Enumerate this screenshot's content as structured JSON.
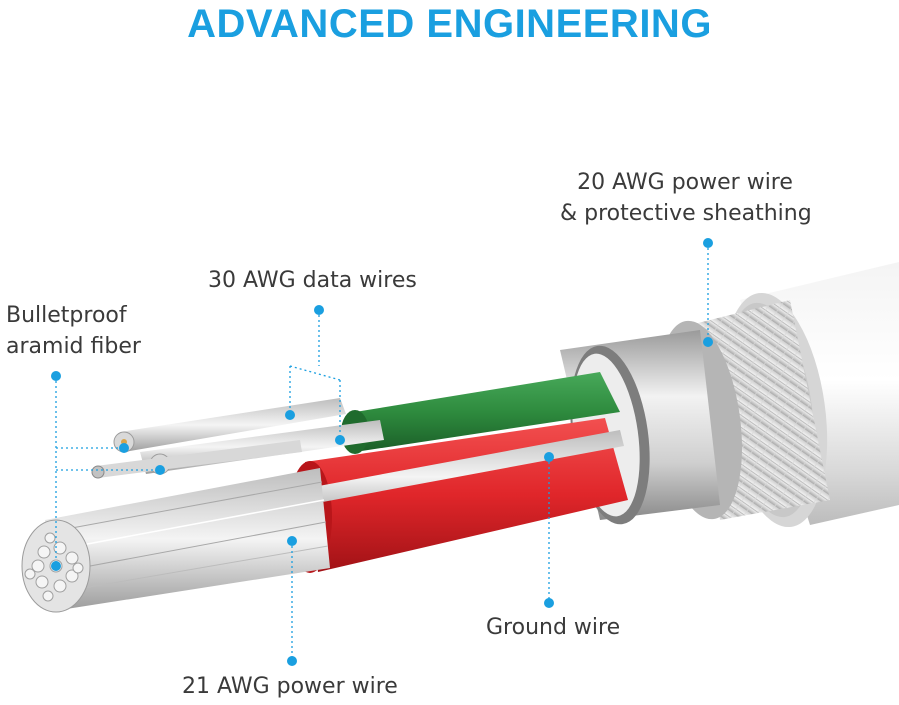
{
  "title": "ADVANCED ENGINEERING",
  "labels": {
    "power20_line1": "20 AWG power wire",
    "power20_line2": "& protective sheathing",
    "data30": "30 AWG data wires",
    "aramid_line1": "Bulletproof",
    "aramid_line2": "aramid fiber",
    "ground": "Ground wire",
    "power21": "21 AWG power wire"
  },
  "colors": {
    "accent": "#1a9fe0",
    "green_insulation": "#2e8b3e",
    "red_insulation": "#e0262a",
    "jacket": "#e6e6e6"
  }
}
